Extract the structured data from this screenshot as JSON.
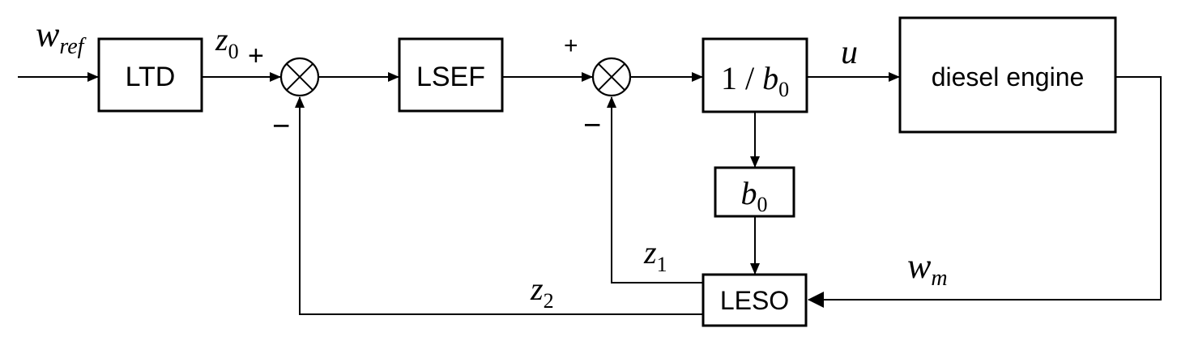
{
  "diagram": {
    "blocks": {
      "ltd": "LTD",
      "lsef": "LSEF",
      "inv_gain": {
        "prefix": "1 / ",
        "var": "b",
        "sub": "0"
      },
      "gain": {
        "var": "b",
        "sub": "0"
      },
      "diesel": "diesel engine",
      "leso": "LESO"
    },
    "signals": {
      "w_ref": {
        "var": "w",
        "sub": "ref"
      },
      "z0": {
        "var": "z",
        "sub": "0"
      },
      "z1": {
        "var": "z",
        "sub": "1"
      },
      "z2": {
        "var": "z",
        "sub": "2"
      },
      "u": "u",
      "w_m": {
        "var": "w",
        "sub": "m"
      }
    },
    "signs": {
      "sum1_plus": "+",
      "sum1_minus": "−",
      "sum2_plus": "+",
      "sum2_minus": "−"
    }
  }
}
